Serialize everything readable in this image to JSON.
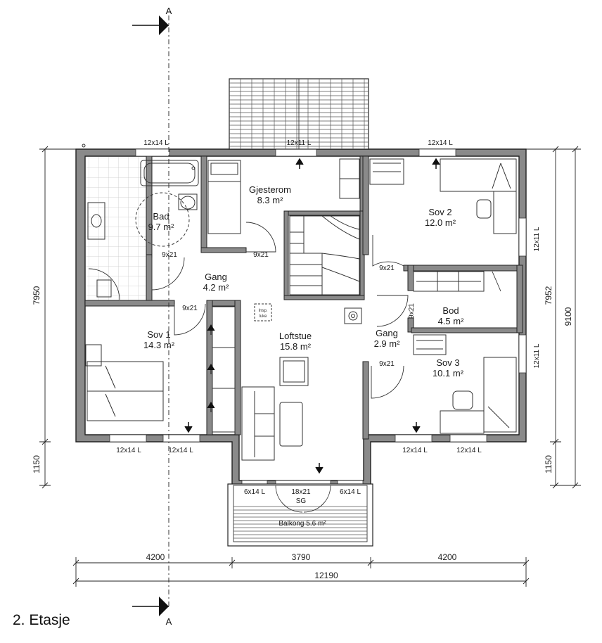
{
  "title": "2. Etasje",
  "section": {
    "letter": "A"
  },
  "rooms": [
    {
      "id": "bad",
      "name": "Bad",
      "area": "9.7 m²"
    },
    {
      "id": "gjesterom",
      "name": "Gjesterom",
      "area": "8.3 m²"
    },
    {
      "id": "sov2",
      "name": "Sov 2",
      "area": "12.0 m²"
    },
    {
      "id": "gang1",
      "name": "Gang",
      "area": "4.2 m²"
    },
    {
      "id": "bod",
      "name": "Bod",
      "area": "4.5 m²"
    },
    {
      "id": "sov1",
      "name": "Sov 1",
      "area": "14.3 m²"
    },
    {
      "id": "loftstue",
      "name": "Loftstue",
      "area": "15.8 m²"
    },
    {
      "id": "gang2",
      "name": "Gang",
      "area": "2.9 m²"
    },
    {
      "id": "sov3",
      "name": "Sov 3",
      "area": "10.1 m²"
    },
    {
      "id": "balkong",
      "name": "Balkong 5.6 m²"
    }
  ],
  "windows": [
    "12x14 L",
    "12x11 L",
    "12x14 L",
    "12x11 L",
    "12x11 L",
    "12x14 L",
    "12x14 L",
    "12x14 L",
    "12x14 L",
    "6x14 L",
    "18x21",
    "6x14 L"
  ],
  "window_note": "SG",
  "doors": [
    "9x21",
    "9x21",
    "9x21",
    "9x21",
    "9x21",
    "9x21"
  ],
  "hatch": {
    "line1": "Insp.",
    "line2": "luke"
  },
  "dimensions": {
    "bottom": [
      "4200",
      "3790",
      "4200"
    ],
    "total": "12190",
    "left": [
      "7950",
      "1150"
    ],
    "right": [
      "7952",
      "1150"
    ],
    "right_total": "9100"
  }
}
